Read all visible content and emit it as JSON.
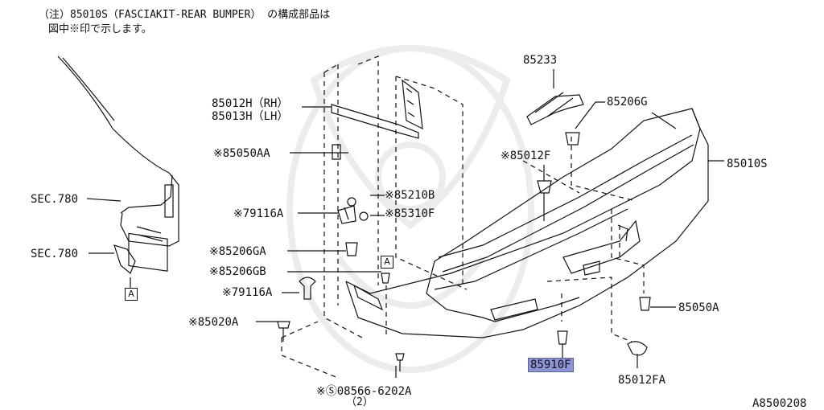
{
  "note": {
    "line1": "（注）85010S（FASCIAKIT-REAR BUMPER） の構成部品は",
    "line2": "図中※印で示します。"
  },
  "labels": {
    "p85233": "85233",
    "p85206G": "85206G",
    "p85012H": "85012H（RH）",
    "p85013H": "85013H（LH）",
    "p85050AA": "※85050AA",
    "p85012F": "※85012F",
    "p85010S": "85010S",
    "sec780a": "SEC.780",
    "sec780b": "SEC.780",
    "p85210B": "※85210B",
    "p79116A_1": "※79116A",
    "p85310F": "※85310F",
    "p85206GA": "※85206GA",
    "p85206GB": "※85206GB",
    "p79116A_2": "※79116A",
    "p85020A": "※85020A",
    "p85050A": "85050A",
    "p85910F": "85910F",
    "p85012FA": "85012FA",
    "p08566": "※Ⓢ08566-6202A",
    "p08566_qty": "（2）",
    "boxA_1": "A",
    "boxA_2": "A",
    "drawing_id": "A8500208"
  },
  "highlight": {
    "color": "#8e94d8",
    "part": "85910F"
  }
}
